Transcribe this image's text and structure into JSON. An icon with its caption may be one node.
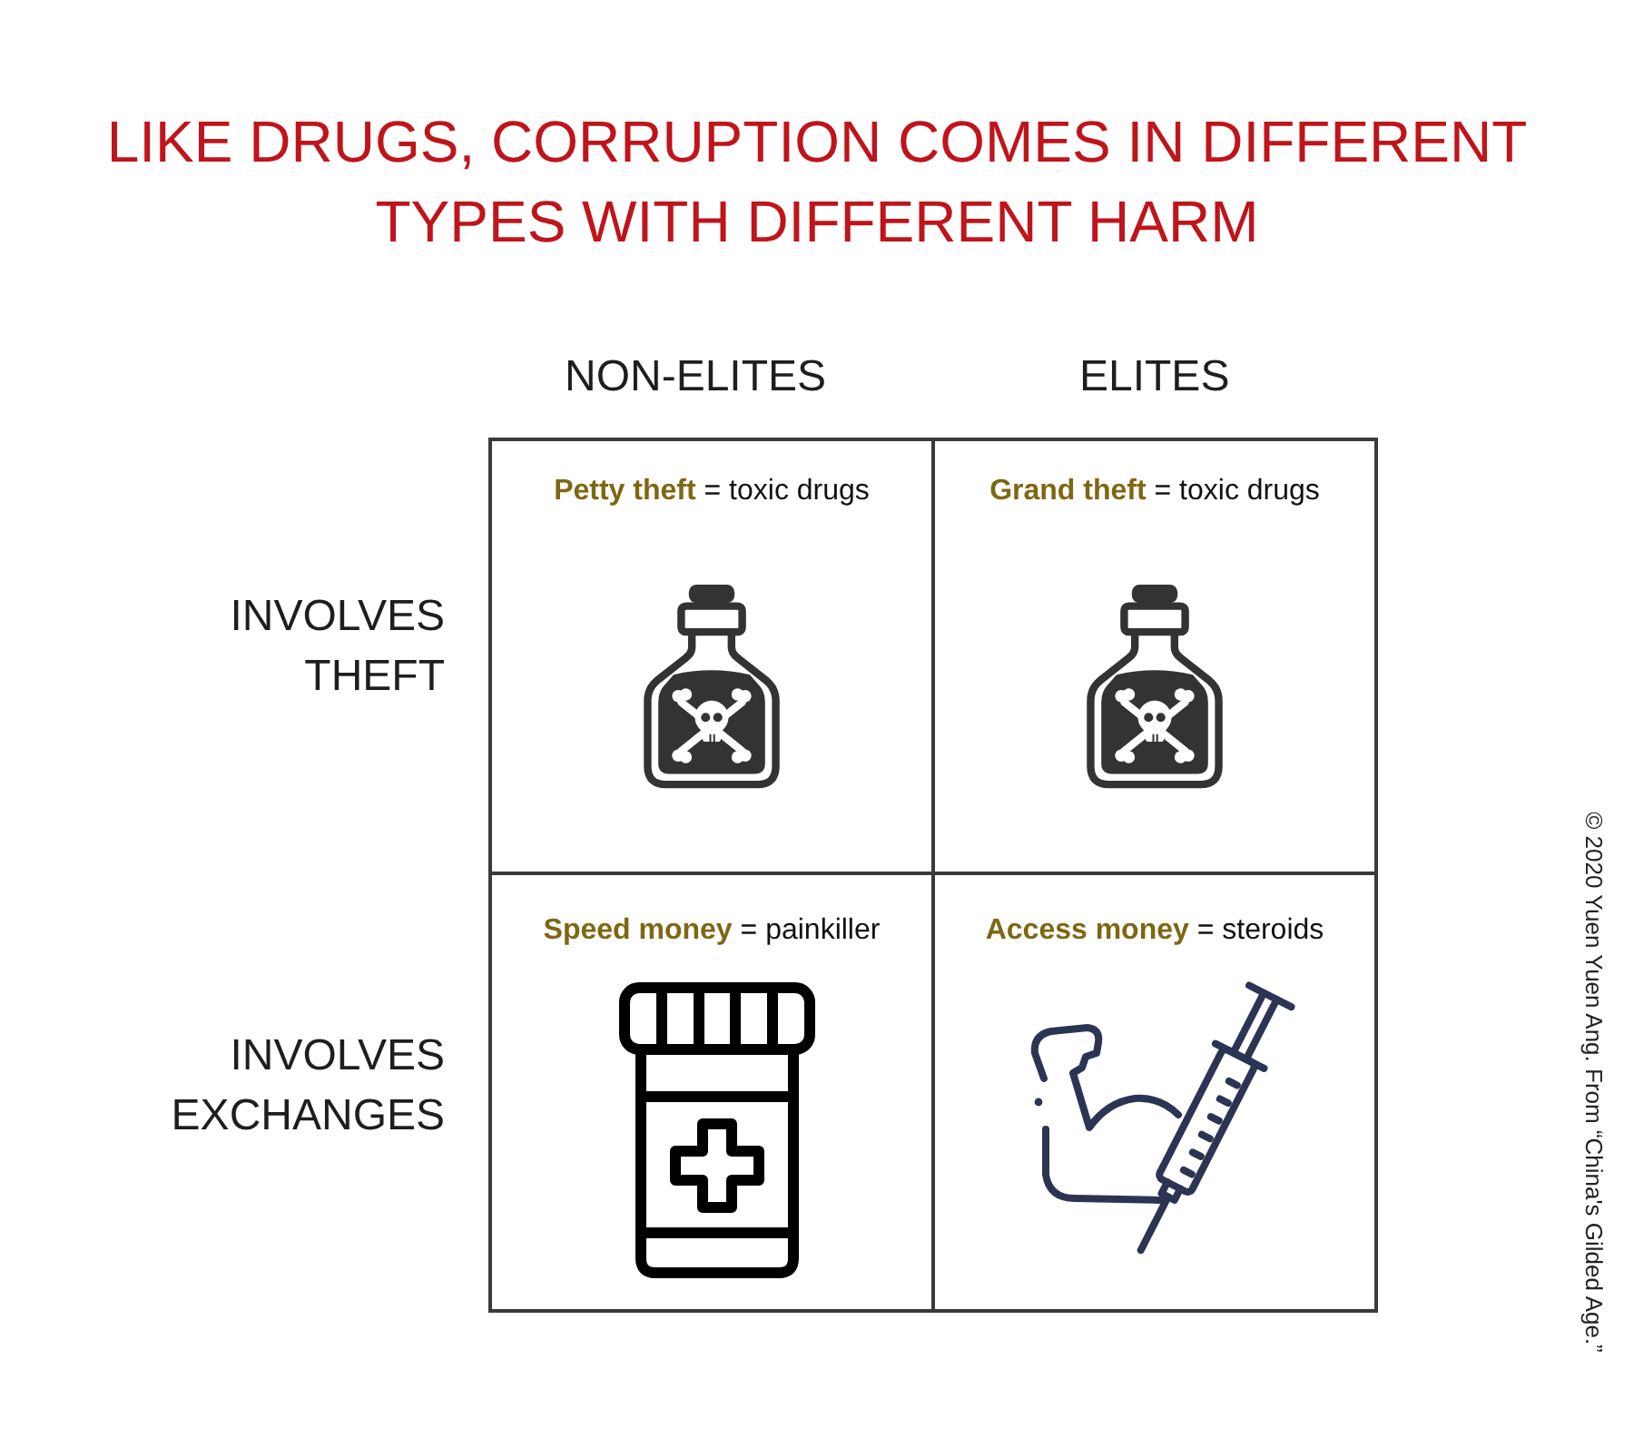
{
  "diagram": {
    "title": "LIKE DRUGS, CORRUPTION COMES IN DIFFERENT TYPES WITH DIFFERENT HARM",
    "nodes": [
      {
        "text": [
          "**Petty theft** = toxic drugs"
        ]
      },
      {
        "text": [
          "**Grand theft** = toxic drugs"
        ]
      },
      {
        "text": [
          "**Speed money** = painkiller"
        ]
      },
      {
        "text": [
          "**Access money** = steroids"
        ]
      }
    ],
    "labels": [
      "NON-ELITES",
      "ELITES",
      "INVOLVES THEFT",
      "INVOLVES EXCHANGES",
      "© 2020 Yuen Yuen Ang. From “China's Gilded Age.”"
    ]
  }
}
